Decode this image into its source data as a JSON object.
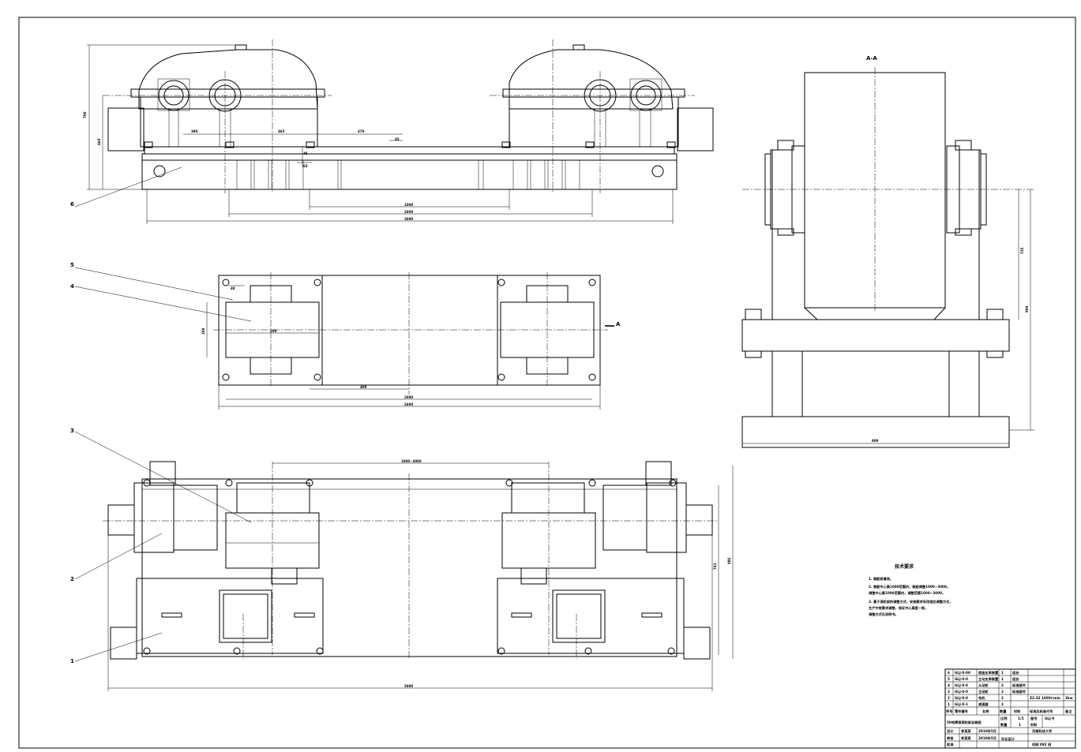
{
  "views": {
    "section_label": "A-A",
    "part_labels": [
      "1",
      "2",
      "3",
      "4",
      "5",
      "6"
    ]
  },
  "dims": {
    "front_height": "790",
    "front_mid_height": "460",
    "front_seg_a": "390",
    "front_seg_b": "465",
    "front_seg_c": "470",
    "front_small_a": "45",
    "front_small_b": "65",
    "front_small_c": "45",
    "front_row1": "1000",
    "front_row2": "2000",
    "front_row3": "3000",
    "plan_side": "300",
    "plan_small": "40",
    "plan_mid": "300",
    "plan_spacer": "400",
    "plan_row1": "2000",
    "plan_row2": "2600",
    "plan_side_note": "A",
    "bottom_top": "1000~3000",
    "bottom_rh1": "742",
    "bottom_rh2": "986",
    "bottom_total": "5000",
    "side_h1": "735",
    "side_h2": "900",
    "side_w": "800"
  },
  "notes": {
    "title": "技术要求",
    "items": [
      "1. 装配前清洗。",
      "2. 装配中心高1000范围内，装配调整1000~3000。",
      "   调整中心高1000范围内，调整范围1000~3000。",
      "3. 基于滚轮架的调整方式，安装要求采用相应调整方式，",
      "   生产中按要求调整，保证中心高度一致，",
      "   调整方式见说明书。"
    ]
  },
  "title_block": {
    "rows": [
      {
        "no": "6",
        "code": "GLJ-0-00",
        "name": "底座支承装置",
        "qty": "1",
        "mat": "组合",
        "std": "",
        "remark": ""
      },
      {
        "no": "5",
        "code": "GLJ-0-0",
        "name": "主动支承装置",
        "qty": "1",
        "mat": "组合",
        "std": "",
        "remark": ""
      },
      {
        "no": "4",
        "code": "GLJ-0-0",
        "name": "从动轮",
        "qty": "2",
        "mat": "标准部件",
        "std": "",
        "remark": ""
      },
      {
        "no": "3",
        "code": "GLJ-0-0",
        "name": "主动轮",
        "qty": "2",
        "mat": "标准部件",
        "std": "",
        "remark": ""
      },
      {
        "no": "2",
        "code": "GLJ-0-0",
        "name": "电机",
        "qty": "2",
        "mat": "",
        "std": "Z2-32  1000r/min",
        "remark": "3kw"
      },
      {
        "no": "1",
        "code": "GLJ-0-1",
        "name": "减速器",
        "qty": "2",
        "mat": "",
        "std": "",
        "remark": ""
      }
    ],
    "header": {
      "no": "序号",
      "code": "零件编号",
      "name": "名称",
      "qty": "数量",
      "mat": "材料",
      "std": "标准及标准代号",
      "remark": "备注"
    },
    "drawing_title": "50吨焊接滚轮架总装图",
    "scale_label": "比例",
    "scale_value": "1:5",
    "qty_label": "数量",
    "qty_value": "1",
    "sheet_label": "图号",
    "sheet_value": "GLJ-0",
    "material_label": "材料",
    "designer_label": "设计",
    "designer_name": "李某某",
    "designer_date": "2010年5月",
    "checker_label": "审核",
    "checker_name": "李某某",
    "checker_date": "2010年5月",
    "approver_label": "批准",
    "design_type": "毕业设计",
    "school": "河南科技大学",
    "class": "机制 092 班"
  }
}
